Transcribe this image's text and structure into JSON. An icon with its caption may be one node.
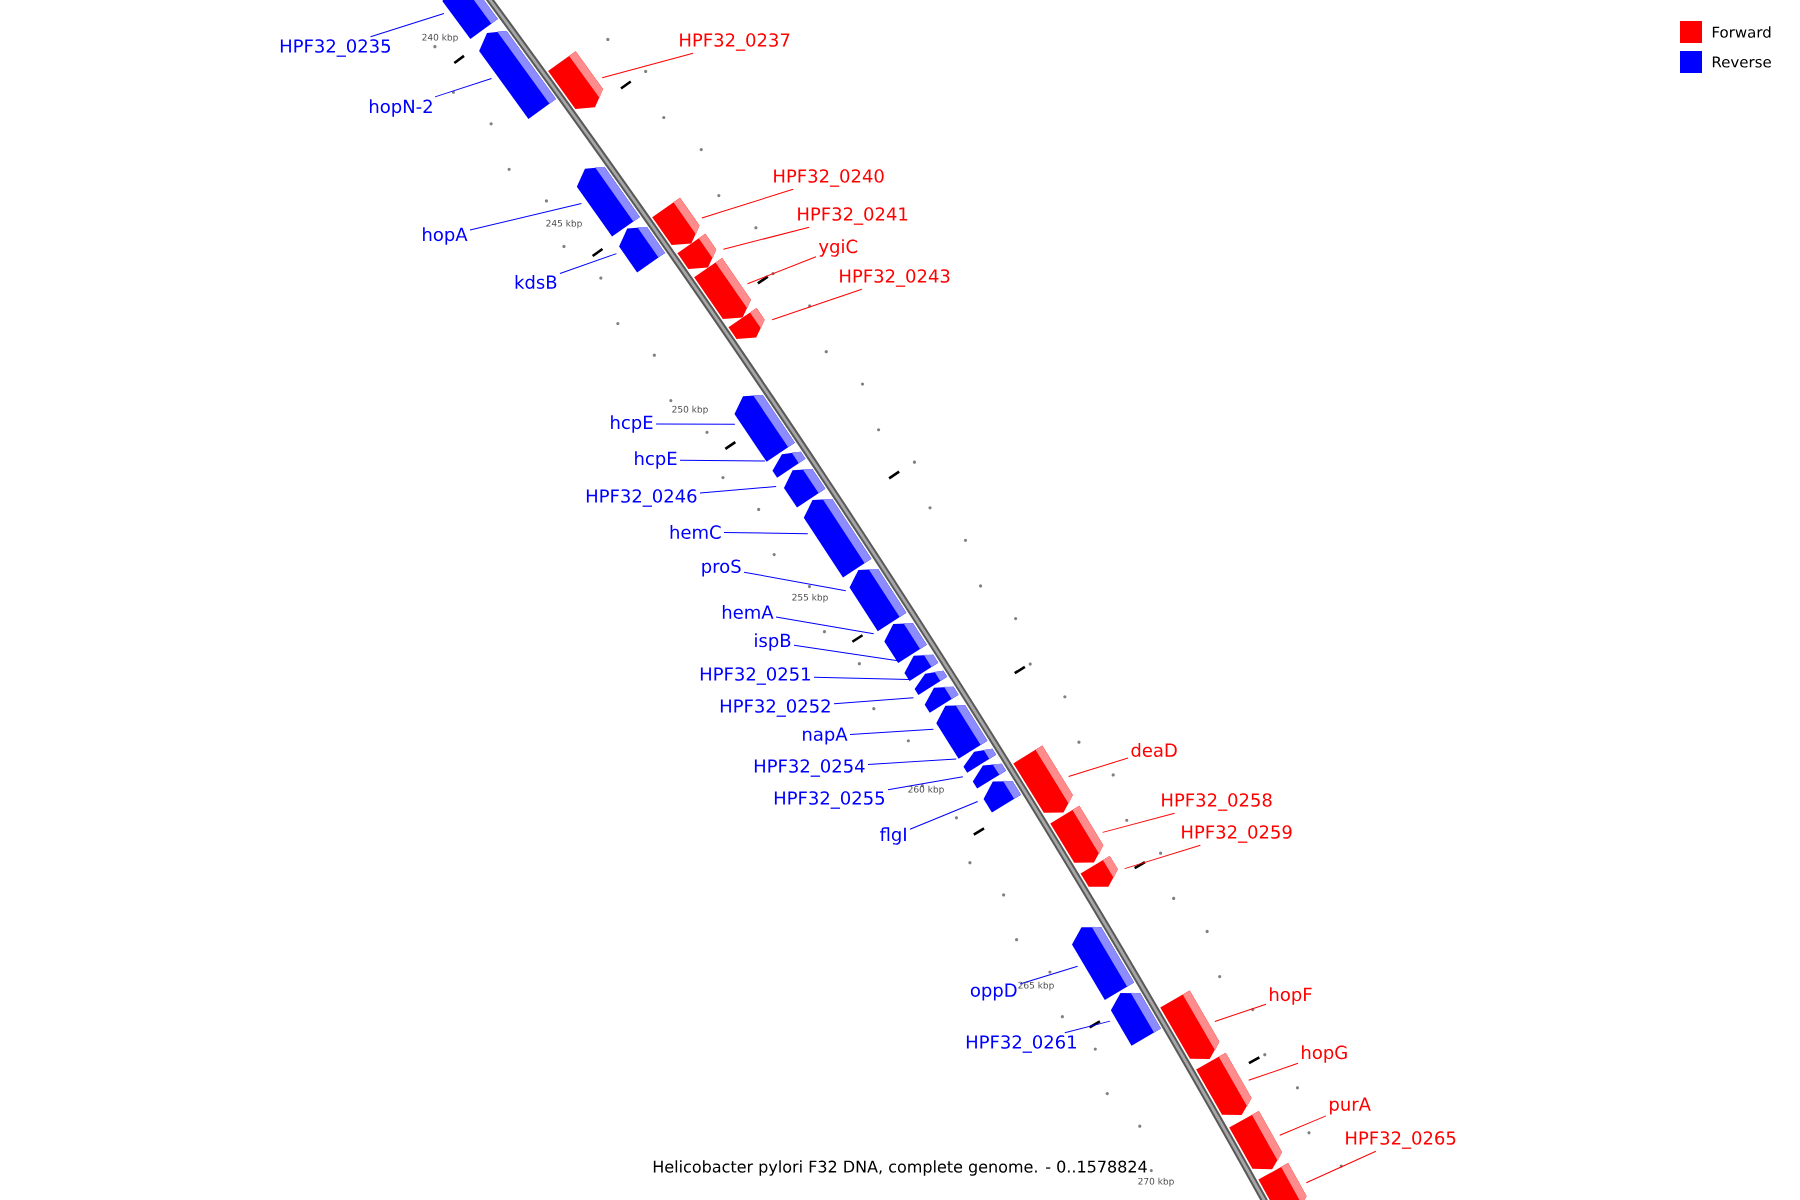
{
  "diagram": {
    "caption": "Helicobacter pylori F32 DNA, complete genome. - 0..1578824",
    "nodes": [
      {
        "text": [
          "HPF32_0235"
        ]
      },
      {
        "text": [],
        "shape": "bar"
      },
      {
        "text": [
          "hopN-2"
        ]
      },
      {
        "text": [],
        "shape": "bar"
      },
      {
        "text": [
          "HPF32_0237"
        ]
      },
      {
        "text": [],
        "shape": "bar"
      },
      {
        "text": [
          "hopA"
        ]
      },
      {
        "text": [],
        "shape": "bar"
      },
      {
        "text": [
          "HPF32_0240"
        ]
      },
      {
        "text": [],
        "shape": "bar"
      },
      {
        "text": [
          "kdsB"
        ]
      },
      {
        "text": [],
        "shape": "bar"
      },
      {
        "text": [
          "HPF32_0241"
        ]
      },
      {
        "text": [],
        "shape": "bar"
      },
      {
        "text": [
          "ygiC"
        ]
      },
      {
        "text": [],
        "shape": "bar"
      },
      {
        "text": [
          "HPF32_0243"
        ]
      },
      {
        "text": [],
        "shape": "bar"
      },
      {
        "text": [
          "hcpE"
        ]
      },
      {
        "text": [],
        "shape": "bar"
      },
      {
        "text": [
          "hcpE"
        ]
      },
      {
        "text": [],
        "shape": "bar"
      },
      {
        "text": [
          "HPF32_0246"
        ]
      },
      {
        "text": [],
        "shape": "bar"
      },
      {
        "text": [
          "hemC"
        ]
      },
      {
        "text": [],
        "shape": "bar"
      },
      {
        "text": [
          "proS"
        ]
      },
      {
        "text": [],
        "shape": "bar"
      },
      {
        "text": [
          "hemA"
        ]
      },
      {
        "text": [],
        "shape": "bar"
      },
      {
        "text": [
          "ispB"
        ]
      },
      {
        "text": [],
        "shape": "bar"
      },
      {
        "text": [
          "HPF32_0251"
        ]
      },
      {
        "text": [],
        "shape": "bar"
      },
      {
        "text": [
          "HPF32_0252"
        ]
      },
      {
        "text": [],
        "shape": "bar"
      },
      {
        "text": [
          "napA"
        ]
      },
      {
        "text": [],
        "shape": "bar"
      },
      {
        "text": [
          "HPF32_0254"
        ]
      },
      {
        "text": [],
        "shape": "bar"
      },
      {
        "text": [
          "HPF32_0255"
        ]
      },
      {
        "text": [],
        "shape": "bar"
      },
      {
        "text": [
          "flgI"
        ]
      },
      {
        "text": [],
        "shape": "bar"
      },
      {
        "text": [
          "deaD"
        ]
      },
      {
        "text": [],
        "shape": "bar"
      },
      {
        "text": [
          "HPF32_0258"
        ]
      },
      {
        "text": [],
        "shape": "bar"
      },
      {
        "text": [
          "HPF32_0259"
        ]
      },
      {
        "text": [],
        "shape": "bar"
      },
      {
        "text": [
          "oppD"
        ]
      },
      {
        "text": [],
        "shape": "bar"
      },
      {
        "text": [
          "HPF32_0261"
        ]
      },
      {
        "text": [],
        "shape": "bar"
      },
      {
        "text": [
          "hopF"
        ]
      },
      {
        "text": [],
        "shape": "bar"
      },
      {
        "text": [
          "hopG"
        ]
      },
      {
        "text": [],
        "shape": "bar"
      },
      {
        "text": [
          "purA"
        ]
      },
      {
        "text": [],
        "shape": "bar"
      },
      {
        "text": [
          "HPF32_0265"
        ]
      },
      {
        "text": [],
        "shape": "bar"
      }
    ],
    "edges": [
      {
        "from": 0,
        "to": 1,
        "arrow": "none"
      },
      {
        "from": 2,
        "to": 3,
        "arrow": "none"
      },
      {
        "from": 4,
        "to": 5,
        "arrow": "none",
        "color": "#ff0000"
      },
      {
        "from": 6,
        "to": 7,
        "arrow": "none"
      },
      {
        "from": 8,
        "to": 9,
        "arrow": "none",
        "color": "#ff0000"
      },
      {
        "from": 10,
        "to": 11,
        "arrow": "none"
      },
      {
        "from": 12,
        "to": 13,
        "arrow": "none",
        "color": "#ff0000"
      },
      {
        "from": 14,
        "to": 15,
        "arrow": "none",
        "color": "#ff0000"
      },
      {
        "from": 16,
        "to": 17,
        "arrow": "none",
        "color": "#ff0000"
      },
      {
        "from": 18,
        "to": 19,
        "arrow": "none"
      },
      {
        "from": 20,
        "to": 21,
        "arrow": "none"
      },
      {
        "from": 22,
        "to": 23,
        "arrow": "none"
      },
      {
        "from": 24,
        "to": 25,
        "arrow": "none"
      },
      {
        "from": 26,
        "to": 27,
        "arrow": "none"
      },
      {
        "from": 28,
        "to": 29,
        "arrow": "none"
      },
      {
        "from": 30,
        "to": 31,
        "arrow": "none"
      },
      {
        "from": 32,
        "to": 33,
        "arrow": "none"
      },
      {
        "from": 34,
        "to": 35,
        "arrow": "none"
      },
      {
        "from": 36,
        "to": 37,
        "arrow": "none"
      },
      {
        "from": 38,
        "to": 39,
        "arrow": "none"
      },
      {
        "from": 40,
        "to": 41,
        "arrow": "none"
      },
      {
        "from": 42,
        "to": 43,
        "arrow": "none"
      },
      {
        "from": 44,
        "to": 45,
        "arrow": "none",
        "color": "#ff0000"
      },
      {
        "from": 46,
        "to": 47,
        "arrow": "none",
        "color": "#ff0000"
      },
      {
        "from": 48,
        "to": 49,
        "arrow": "none",
        "color": "#ff0000"
      },
      {
        "from": 50,
        "to": 51,
        "arrow": "none"
      },
      {
        "from": 52,
        "to": 53,
        "arrow": "none"
      },
      {
        "from": 54,
        "to": 55,
        "arrow": "none",
        "color": "#ff0000"
      },
      {
        "from": 56,
        "to": 57,
        "arrow": "none",
        "color": "#ff0000"
      },
      {
        "from": 58,
        "to": 59,
        "arrow": "none",
        "color": "#ff0000"
      },
      {
        "from": 60,
        "to": 61,
        "arrow": "none",
        "color": "#ff0000"
      }
    ],
    "labels": [
      "240 kbp",
      "245 kbp",
      "250 kbp",
      "255 kbp",
      "260 kbp",
      "265 kbp",
      "270 kbp"
    ],
    "legend": [
      {
        "text": "Forward",
        "color": "#ff0000"
      },
      {
        "text": "Reverse",
        "color": "#0000ff"
      }
    ]
  }
}
